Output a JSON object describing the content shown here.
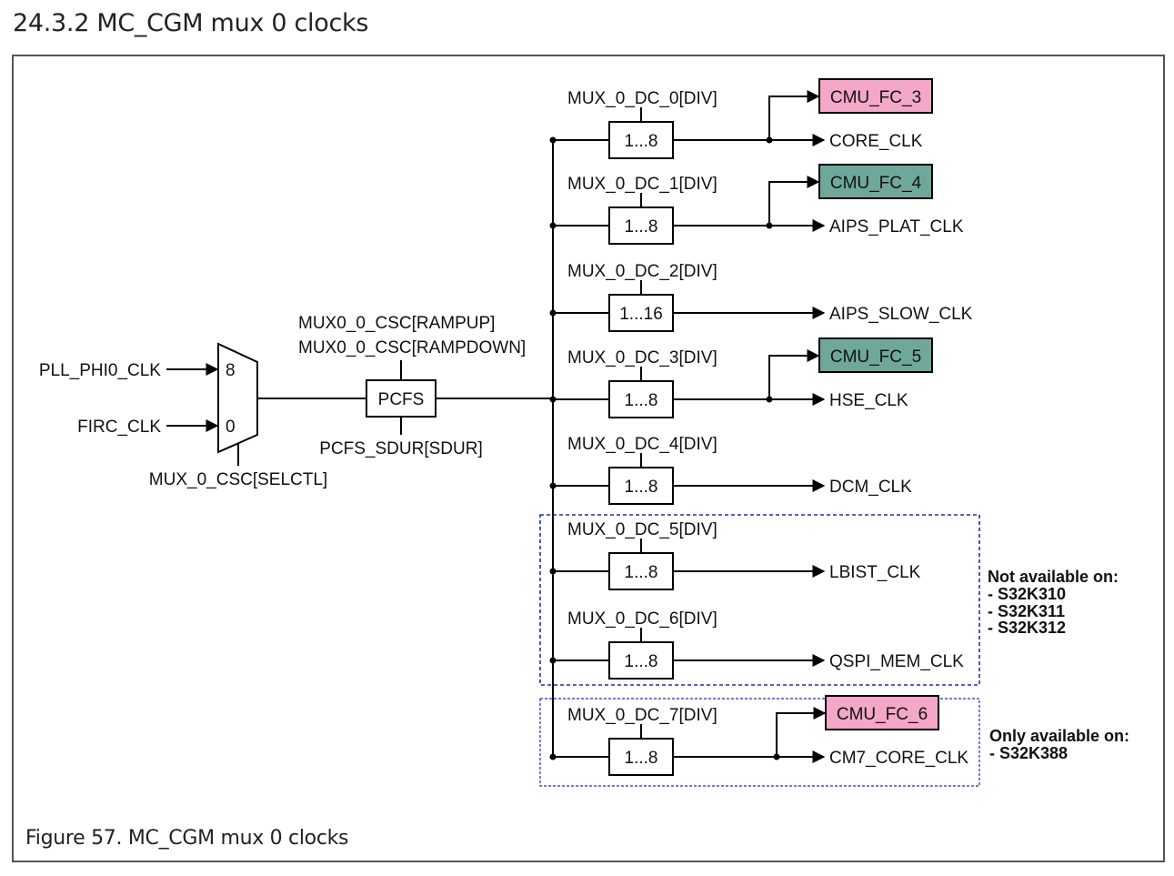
{
  "section_title": "24.3.2   MC_CGM mux 0 clocks",
  "figure_caption": "Figure 57.  MC_CGM mux 0 clocks",
  "colors": {
    "pink": "#f4a7c8",
    "teal": "#6fa89a",
    "line": "#000000",
    "region_border": "#1f2fa8"
  },
  "mux": {
    "inputs": [
      {
        "name": "PLL_PHI0_CLK",
        "pin": "8"
      },
      {
        "name": "FIRC_CLK",
        "pin": "0"
      }
    ],
    "select_label": "MUX_0_CSC[SELCTL]"
  },
  "pcfs": {
    "label": "PCFS",
    "top_labels": [
      "MUX0_0_CSC[RAMPUP]",
      "MUX0_0_CSC[RAMPDOWN]"
    ],
    "bottom_label": "PCFS_SDUR[SDUR]"
  },
  "dividers": [
    {
      "control": "MUX_0_DC_0[DIV]",
      "range": "1...8",
      "output": "CORE_CLK",
      "monitor": "CMU_FC_3",
      "monitor_color": "pink"
    },
    {
      "control": "MUX_0_DC_1[DIV]",
      "range": "1...8",
      "output": "AIPS_PLAT_CLK",
      "monitor": "CMU_FC_4",
      "monitor_color": "teal"
    },
    {
      "control": "MUX_0_DC_2[DIV]",
      "range": "1...16",
      "output": "AIPS_SLOW_CLK",
      "monitor": "",
      "monitor_color": ""
    },
    {
      "control": "MUX_0_DC_3[DIV]",
      "range": "1...8",
      "output": "HSE_CLK",
      "monitor": "CMU_FC_5",
      "monitor_color": "teal"
    },
    {
      "control": "MUX_0_DC_4[DIV]",
      "range": "1...8",
      "output": "DCM_CLK",
      "monitor": "",
      "monitor_color": ""
    },
    {
      "control": "MUX_0_DC_5[DIV]",
      "range": "1...8",
      "output": "LBIST_CLK",
      "monitor": "",
      "monitor_color": ""
    },
    {
      "control": "MUX_0_DC_6[DIV]",
      "range": "1...8",
      "output": "QSPI_MEM_CLK",
      "monitor": "",
      "monitor_color": ""
    },
    {
      "control": "MUX_0_DC_7[DIV]",
      "range": "1...8",
      "output": "CM7_CORE_CLK",
      "monitor": "CMU_FC_6",
      "monitor_color": "pink"
    }
  ],
  "notes": {
    "not_available": [
      "Not available on:",
      "- S32K310",
      "- S32K311",
      "- S32K312"
    ],
    "only_available": [
      "Only  available on:",
      "- S32K388"
    ]
  }
}
